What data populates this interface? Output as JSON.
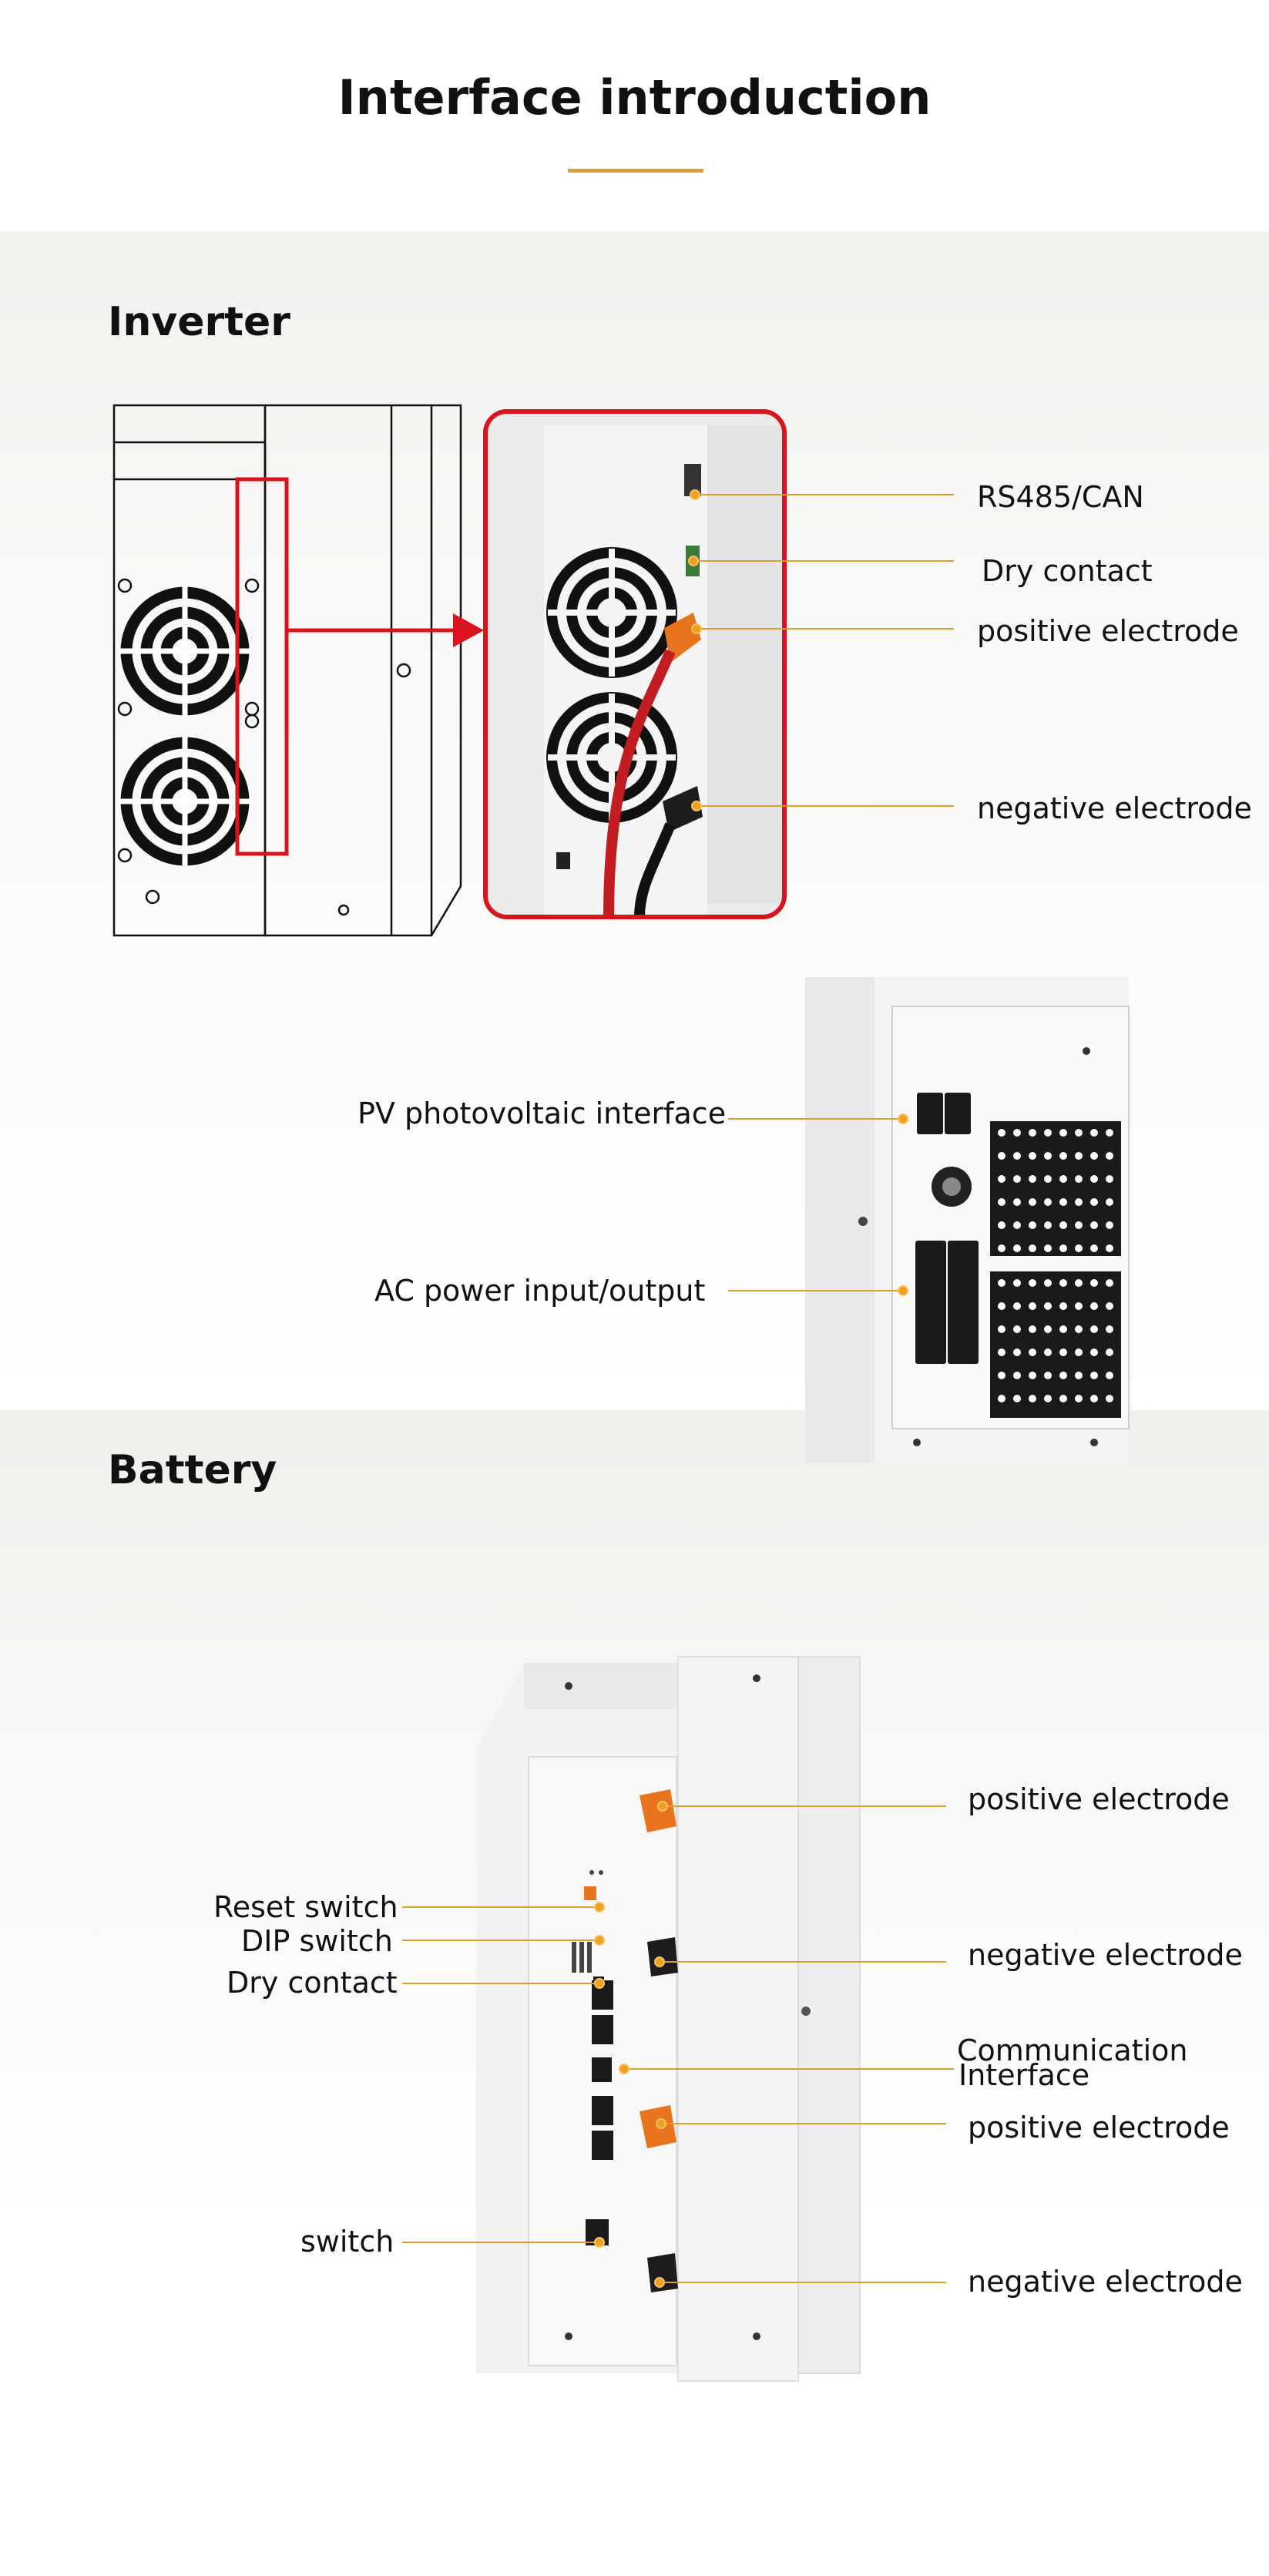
{
  "page_title": "Interface introduction",
  "accent_color": "#d9a02c",
  "highlight_color": "#d9141c",
  "inverter": {
    "title": "Inverter",
    "labels": {
      "rs485": "RS485/CAN",
      "dry_contact": "Dry contact",
      "positive": "positive electrode",
      "negative": "negative electrode",
      "pv": "PV photovoltaic interface",
      "ac": "AC power input/output"
    }
  },
  "battery": {
    "title": "Battery",
    "labels": {
      "positive_1": "positive electrode",
      "reset": "Reset switch",
      "dip": "DIP switch",
      "negative_1": "negative electrode",
      "dry_contact": "Dry contact",
      "comm_line1": "Communication",
      "comm_line2": "Interface",
      "positive_2": "positive electrode",
      "switch": "switch",
      "negative_2": "negative electrode"
    }
  }
}
